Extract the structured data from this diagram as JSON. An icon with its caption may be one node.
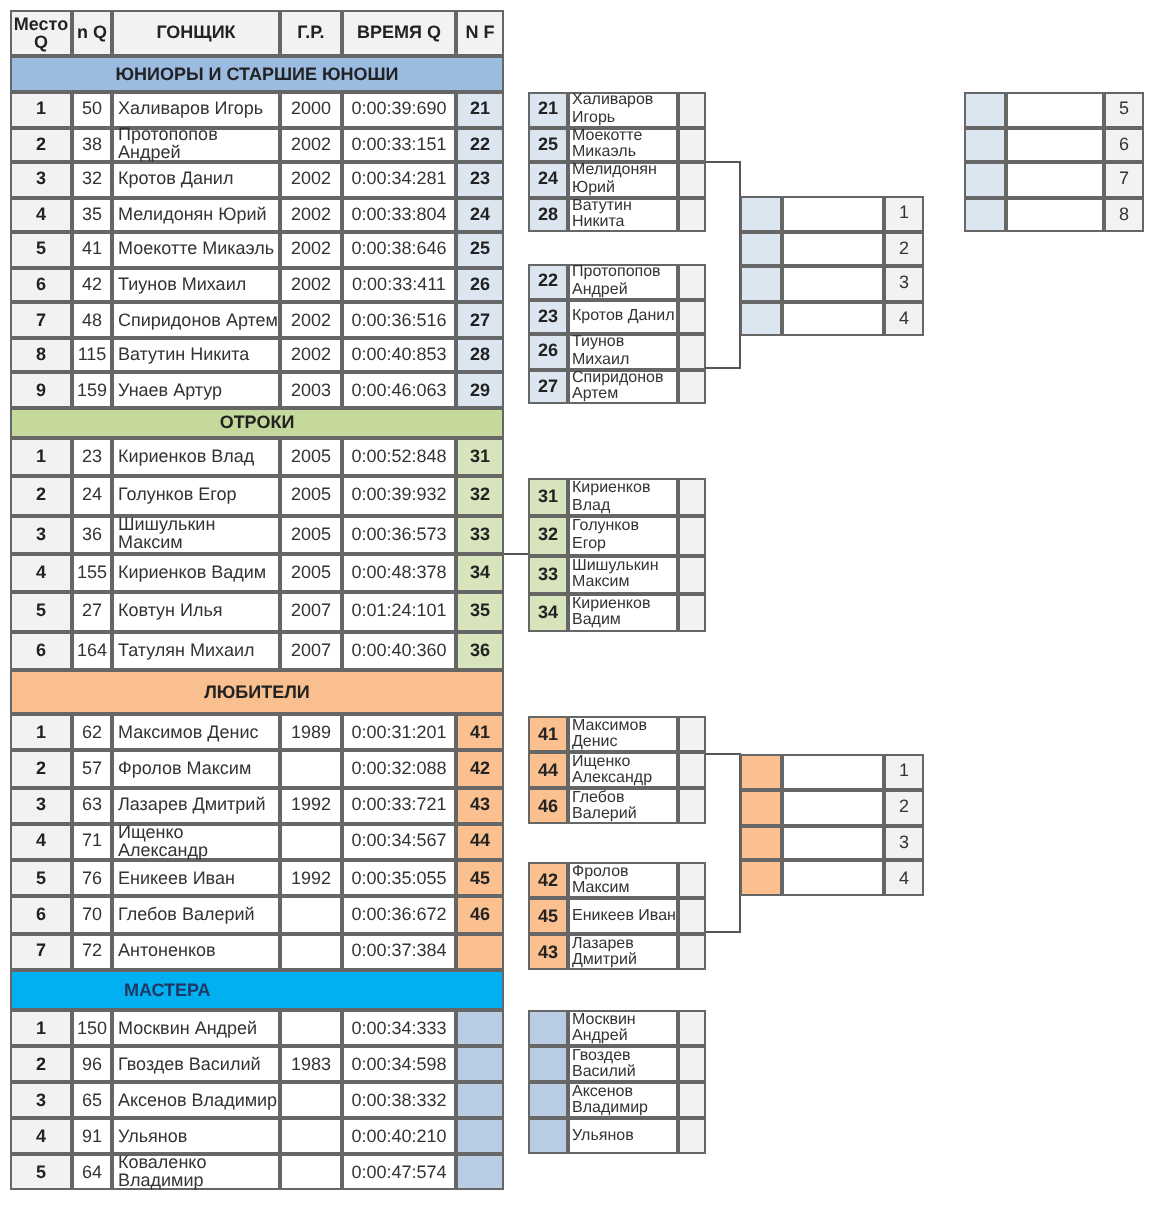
{
  "diagram": {
    "labels": [
      "Место Q",
      "n Q",
      "ГОНЩИК",
      "Г.Р.",
      "ВРЕМЯ Q",
      "N F",
      "ЮНИОРЫ И СТАРШИЕ ЮНОШИ",
      "1",
      "50",
      "Халиваров Игорь",
      "2000",
      "0:00:39:690",
      "21",
      "2",
      "38",
      "Протопопов Андрей",
      "2002",
      "0:00:33:151",
      "22",
      "3",
      "32",
      "Кротов Данил",
      "2002",
      "0:00:34:281",
      "23",
      "4",
      "35",
      "Мелидонян Юрий",
      "2002",
      "0:00:33:804",
      "24",
      "5",
      "41",
      "Моекотте Микаэль",
      "2002",
      "0:00:38:646",
      "25",
      "6",
      "42",
      "Тиунов Михаил",
      "2002",
      "0:00:33:411",
      "26",
      "7",
      "48",
      "Спиридонов Артем",
      "2002",
      "0:00:36:516",
      "27",
      "8",
      "115",
      "Ватутин Никита",
      "2002",
      "0:00:40:853",
      "28",
      "9",
      "159",
      "Унаев Артур",
      "2003",
      "0:00:46:063",
      "29",
      "ОТРОКИ",
      "1",
      "23",
      "Кириенков Влад",
      "2005",
      "0:00:52:848",
      "31",
      "2",
      "24",
      "Голунков Егор",
      "2005",
      "0:00:39:932",
      "32",
      "3",
      "36",
      "Шишулькин Максим",
      "2005",
      "0:00:36:573",
      "33",
      "4",
      "155",
      "Кириенков Вадим",
      "2005",
      "0:00:48:378",
      "34",
      "5",
      "27",
      "Ковтун Илья",
      "2007",
      "0:01:24:101",
      "35",
      "6",
      "164",
      "Татулян Михаил",
      "2007",
      "0:00:40:360",
      "36",
      "ЛЮБИТЕЛИ",
      "1",
      "62",
      "Максимов Денис",
      "1989",
      "0:00:31:201",
      "41",
      "2",
      "57",
      "Фролов Максим",
      "0:00:32:088",
      "42",
      "3",
      "63",
      "Лазарев Дмитрий",
      "1992",
      "0:00:33:721",
      "43",
      "4",
      "71",
      "Ищенко Александр",
      "0:00:34:567",
      "44",
      "5",
      "76",
      "Еникеев Иван",
      "1992",
      "0:00:35:055",
      "45",
      "6",
      "70",
      "Глебов Валерий",
      "0:00:36:672",
      "46",
      "7",
      "72",
      "Антоненков",
      "0:00:37:384",
      "МАСТЕРА",
      "1",
      "150",
      "Москвин Андрей",
      "0:00:34:333",
      "2",
      "96",
      "Гвоздев Василий",
      "1983",
      "0:00:34:598",
      "3",
      "65",
      "Аксенов Владимир",
      "0:00:38:332",
      "4",
      "91",
      "Ульянов",
      "0:00:40:210",
      "5",
      "64",
      "Коваленко Владимир",
      "0:00:47:574",
      "21",
      "Халиваров Игорь",
      "25",
      "Моекотте Микаэль",
      "24",
      "Мелидонян Юрий",
      "28",
      "Ватутин Никита",
      "22",
      "Протопопов Андрей",
      "23",
      "Кротов Данил",
      "26",
      "Тиунов Михаил",
      "27",
      "Спиридонов Артем",
      "1",
      "2",
      "3",
      "4",
      "5",
      "6",
      "7",
      "8",
      "31",
      "Кириенков Влад",
      "32",
      "Голунков Егор",
      "33",
      "Шишулькин Максим",
      "34",
      "Кириенков Вадим",
      "41",
      "Максимов Денис",
      "44",
      "Ищенко Александр",
      "46",
      "Глебов Валерий",
      "42",
      "Фролов Максим",
      "45",
      "Еникеев Иван",
      "43",
      "Лазарев Дмитрий",
      "1",
      "2",
      "3",
      "4",
      "Москвин Андрей",
      "Гвоздев Василий",
      "Аксенов Владимир",
      "Ульянов"
    ]
  }
}
